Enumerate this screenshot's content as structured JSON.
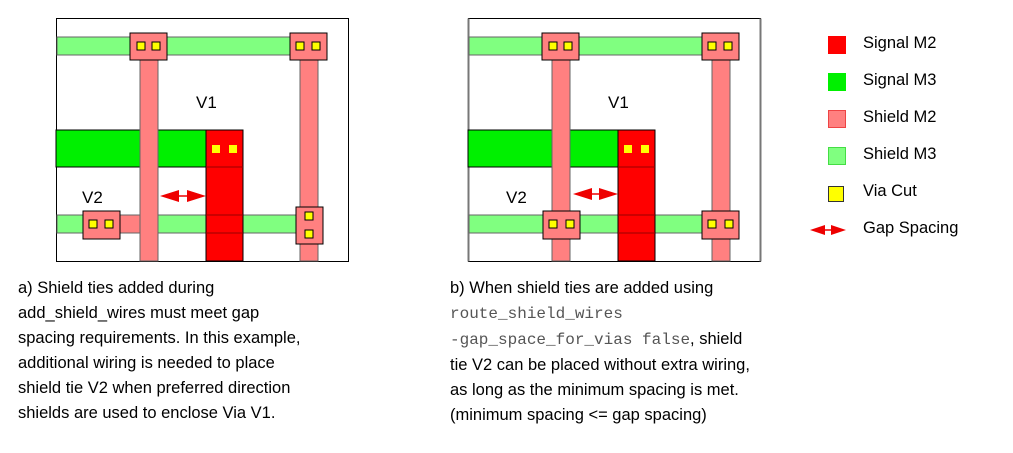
{
  "colors": {
    "signal_m2": "#ff0000",
    "signal_m3": "#00f000",
    "shield_m2": "#ff8080",
    "shield_m3": "#80ff80",
    "via_cut": "#ffff00",
    "gap_arrow": "#ee0000",
    "outline": "#000000"
  },
  "panel_a": {
    "labels": {
      "v1": "V1",
      "v2": "V2"
    },
    "caption_lines": [
      "a) Shield ties added during",
      "add_shield_wires must meet gap",
      "spacing requirements. In this example,",
      "additional wiring is needed to place",
      "shield tie V2 when preferred direction",
      "shields are used to enclose Via V1."
    ]
  },
  "panel_b": {
    "labels": {
      "v1": "V1",
      "v2": "V2"
    },
    "caption": {
      "line1": "b) When shield ties are added using",
      "code1": "route_shield_wires",
      "code2": "-gap_space_for_vias false",
      "line3_tail": ", shield",
      "line4": "tie V2 can be placed without extra wiring,",
      "line5": "as long as the minimum spacing is met.",
      "line6": "(minimum spacing <= gap spacing)"
    }
  },
  "legend": {
    "items": [
      {
        "label": "Signal M2",
        "kind": "signal_m2"
      },
      {
        "label": "Signal M3",
        "kind": "signal_m3"
      },
      {
        "label": "Shield M2",
        "kind": "shield_m2"
      },
      {
        "label": "Shield M3",
        "kind": "shield_m3"
      },
      {
        "label": "Via Cut",
        "kind": "via_cut"
      },
      {
        "label": "Gap Spacing",
        "kind": "gap_arrow"
      }
    ]
  }
}
